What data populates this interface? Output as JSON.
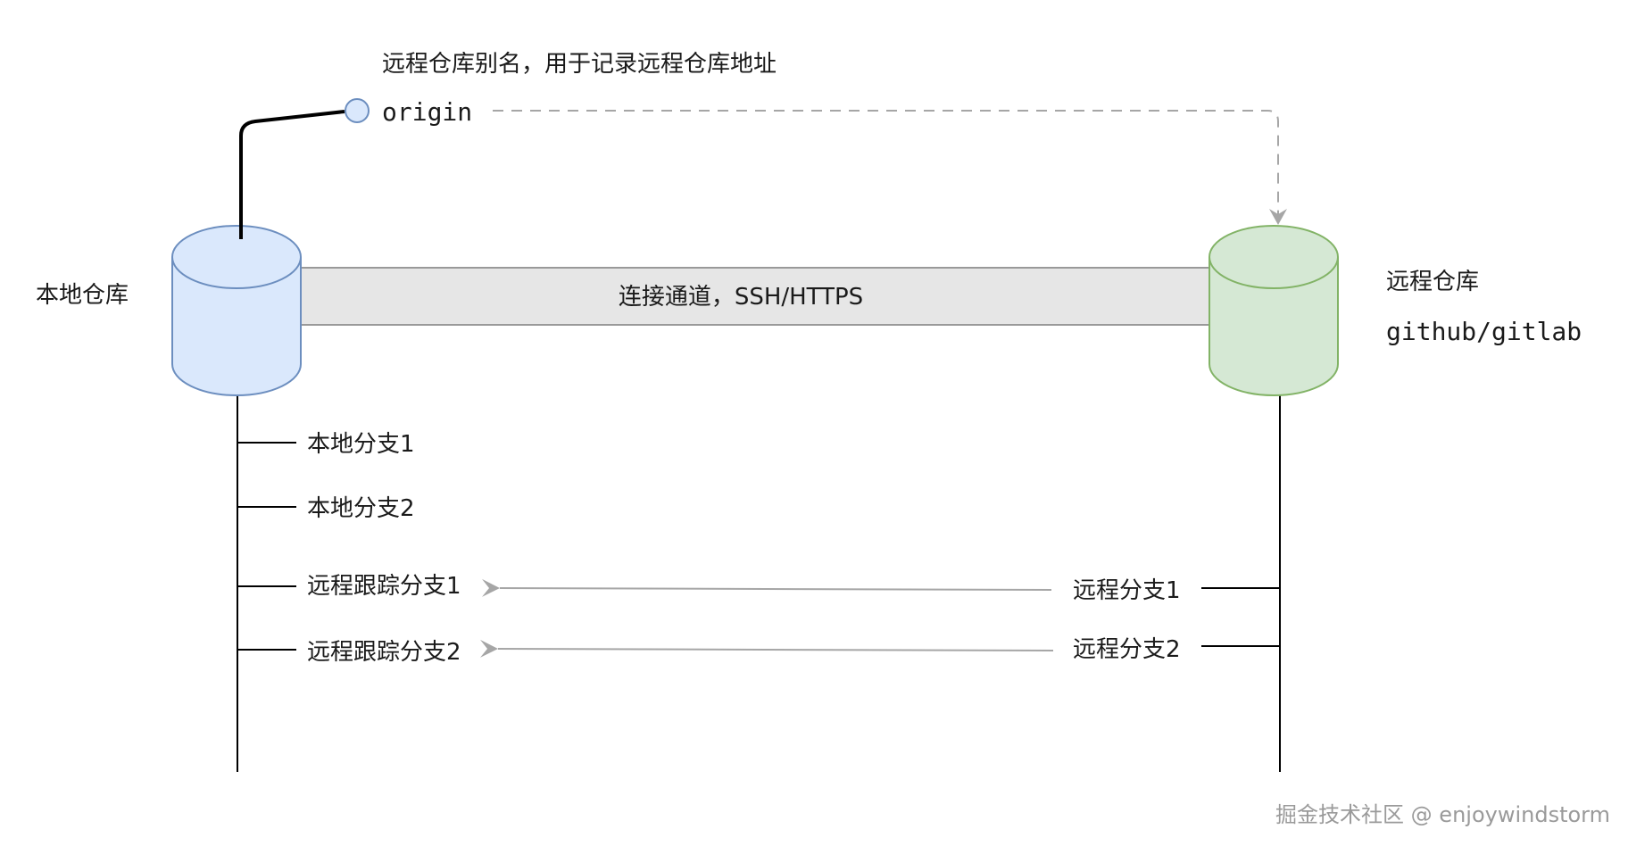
{
  "origin": {
    "caption": "远程仓库别名，用于记录远程仓库地址",
    "name": "origin"
  },
  "local_repo": {
    "label": "本地仓库",
    "color": "#dae8fc",
    "stroke": "#6c8ebf"
  },
  "remote_repo": {
    "label": "远程仓库",
    "host": "github/gitlab",
    "color": "#d5e8d4",
    "stroke": "#82b366"
  },
  "channel": {
    "label": "连接通道，SSH/HTTPS",
    "color": "#e6e6e6",
    "stroke": "#999999"
  },
  "local_branches": [
    "本地分支1",
    "本地分支2",
    "远程跟踪分支1",
    "远程跟踪分支2"
  ],
  "remote_branches": [
    "远程分支1",
    "远程分支2"
  ],
  "watermark": "掘金技术社区 @ enjoywindstorm"
}
